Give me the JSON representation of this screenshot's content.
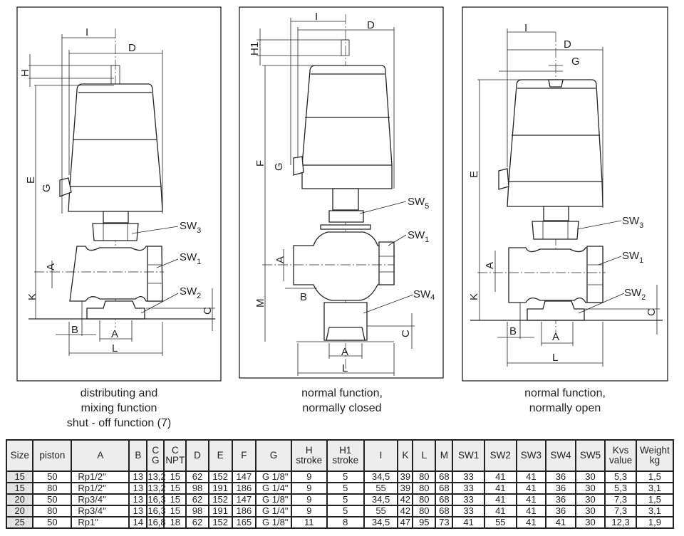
{
  "panels": [
    {
      "id": "left",
      "caption": [
        "distributing and",
        "mixing function",
        "shut - off function (7)"
      ],
      "labels": {
        "I": "I",
        "D": "D",
        "H": "H",
        "E": "E",
        "G": "G",
        "A_side": "A",
        "K": "K",
        "B": "B",
        "A_bottom": "A",
        "L": "L",
        "C": "C"
      },
      "sw": [
        {
          "base": "SW",
          "sub": "3"
        },
        {
          "base": "SW",
          "sub": "1"
        },
        {
          "base": "SW",
          "sub": "2"
        }
      ]
    },
    {
      "id": "middle",
      "caption": [
        "normal function,",
        "normally closed"
      ],
      "labels": {
        "I": "I",
        "D": "D",
        "H1": "H1",
        "F": "F",
        "G": "G",
        "A_side": "A",
        "M": "M",
        "B": "B",
        "A_bottom": "A",
        "L": "L",
        "C": "C"
      },
      "sw": [
        {
          "base": "SW",
          "sub": "5"
        },
        {
          "base": "SW",
          "sub": "1"
        },
        {
          "base": "SW",
          "sub": "4"
        }
      ]
    },
    {
      "id": "right",
      "caption": [
        "normal function,",
        "normally open"
      ],
      "labels": {
        "I": "I",
        "D": "D",
        "G": "G",
        "E": "E",
        "A_side": "A",
        "K": "K",
        "B": "B",
        "A_bottom": "A",
        "L": "L",
        "C": "C"
      },
      "sw": [
        {
          "base": "SW",
          "sub": "3"
        },
        {
          "base": "SW",
          "sub": "1"
        },
        {
          "base": "SW",
          "sub": "2"
        }
      ]
    }
  ],
  "table": {
    "headers": [
      "Size",
      "piston",
      "A",
      "B",
      "C\nG",
      "C\nNPT",
      "D",
      "E",
      "F",
      "G",
      "H\nstroke",
      "H1\nstroke",
      "I",
      "K",
      "L",
      "M",
      "SW1",
      "SW2",
      "SW3",
      "SW4",
      "SW5",
      "Kvs\nvalue",
      "Weight\nkg"
    ],
    "rows": [
      [
        "15",
        "50",
        "Rp1/2\"",
        "13",
        "13,2",
        "15",
        "62",
        "152",
        "147",
        "G 1/8\"",
        "9",
        "5",
        "34,5",
        "39",
        "80",
        "68",
        "33",
        "41",
        "41",
        "36",
        "30",
        "5,3",
        "1,5"
      ],
      [
        "15",
        "80",
        "Rp1/2\"",
        "13",
        "13,2",
        "15",
        "98",
        "191",
        "186",
        "G 1/4\"",
        "9",
        "5",
        "55",
        "39",
        "80",
        "68",
        "33",
        "41",
        "41",
        "36",
        "30",
        "5,3",
        "3,1"
      ],
      [
        "20",
        "50",
        "Rp3/4\"",
        "13",
        "16,3",
        "15",
        "62",
        "152",
        "147",
        "G 1/8\"",
        "9",
        "5",
        "34,5",
        "42",
        "80",
        "68",
        "33",
        "41",
        "41",
        "36",
        "30",
        "7,3",
        "1,5"
      ],
      [
        "20",
        "80",
        "Rp3/4\"",
        "13",
        "16,3",
        "15",
        "98",
        "191",
        "186",
        "G 1/4\"",
        "9",
        "5",
        "55",
        "42",
        "80",
        "68",
        "33",
        "41",
        "41",
        "36",
        "30",
        "7,3",
        "3,1"
      ],
      [
        "25",
        "50",
        "Rp1\"",
        "14",
        "16,8",
        "18",
        "62",
        "152",
        "165",
        "G 1/8\"",
        "11",
        "8",
        "34,5",
        "47",
        "95",
        "73",
        "41",
        "55",
        "41",
        "41",
        "30",
        "12,3",
        "1,9"
      ]
    ]
  }
}
